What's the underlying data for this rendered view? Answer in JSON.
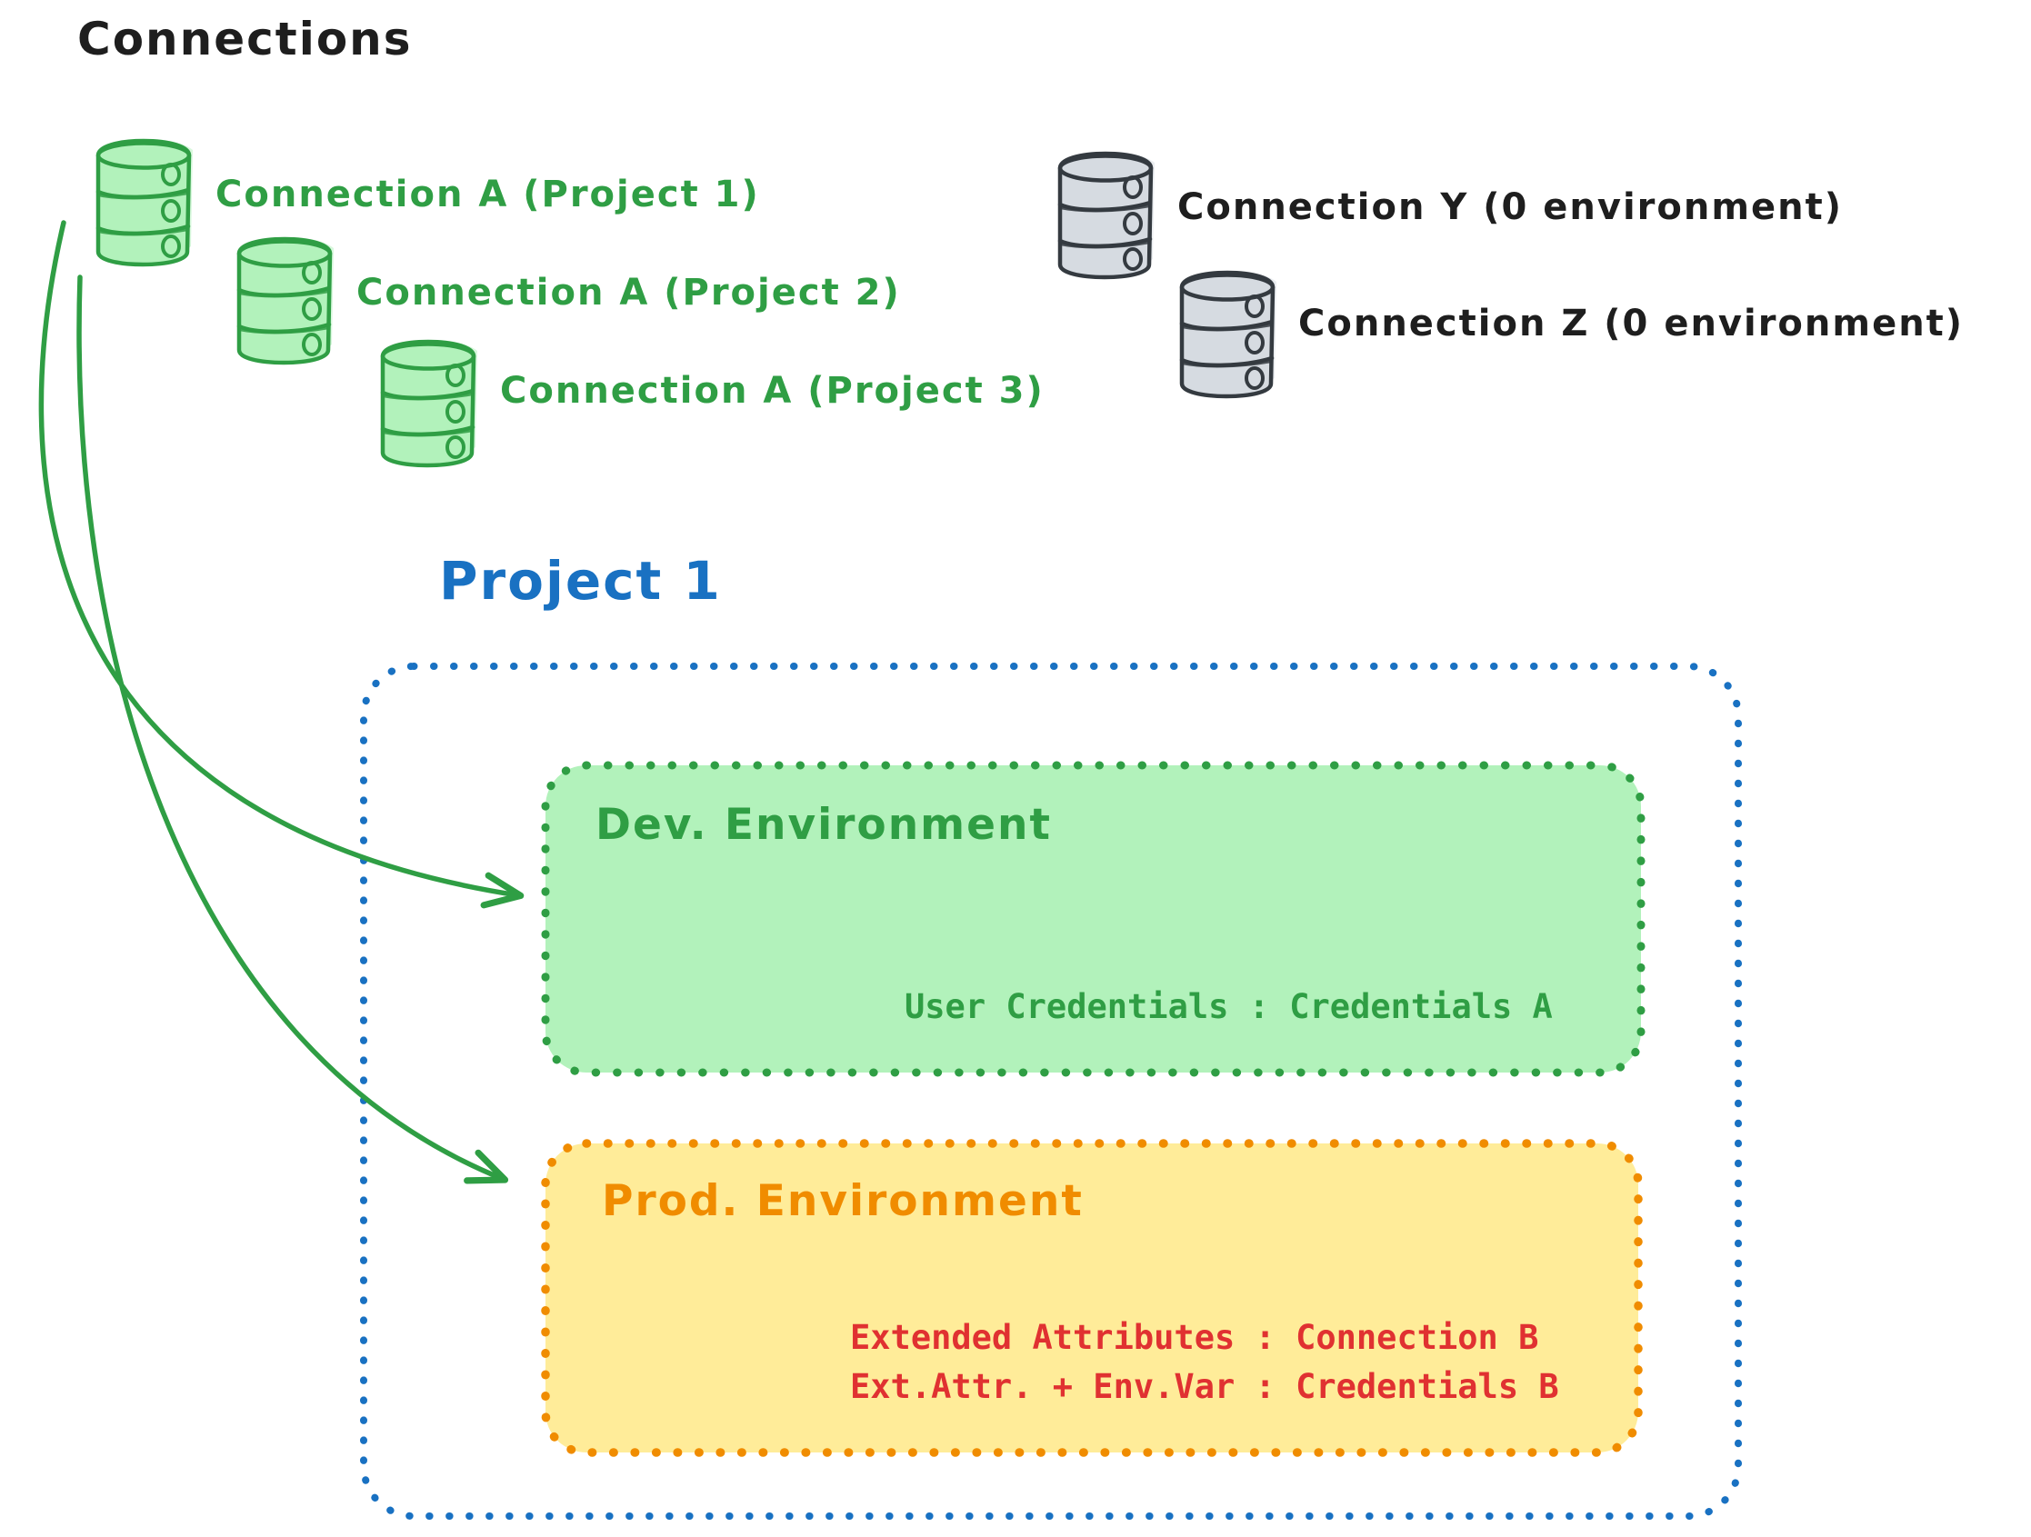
{
  "diagram_title": "Connections",
  "green_connections": [
    {
      "label": "Connection A (Project 1)"
    },
    {
      "label": "Connection A (Project 2)"
    },
    {
      "label": "Connection A (Project 3)"
    }
  ],
  "gray_connections": [
    {
      "label": "Connection Y (0 environment)"
    },
    {
      "label": "Connection Z (0 environment)"
    }
  ],
  "project": {
    "title": "Project 1",
    "dev_environment": {
      "title": "Dev. Environment",
      "mapping": "User Credentials : Credentials A"
    },
    "prod_environment": {
      "title": "Prod. Environment",
      "mapping_line_1": "Extended Attributes : Connection B",
      "mapping_line_2": "Ext.Attr. + Env.Var : Credentials B"
    }
  },
  "icons": {
    "green_database": "database-cylinder-icon",
    "gray_database": "database-cylinder-icon",
    "arrow": "curved-arrow"
  },
  "colors": {
    "green_stroke": "#2f9e44",
    "green_fill": "#b2f2bb",
    "gray_stroke": "#343a40",
    "gray_fill": "#d6dbe1",
    "blue": "#1971c2",
    "orange_stroke": "#f08c00",
    "yellow_fill": "#ffec99",
    "red_text": "#e03131",
    "black_text": "#1e1e1e"
  }
}
